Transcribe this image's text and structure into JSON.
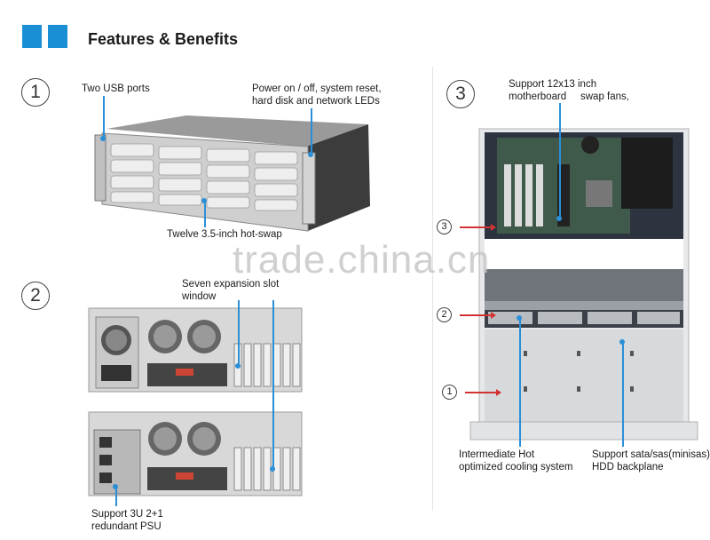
{
  "header": {
    "title": "Features & Benefits"
  },
  "sections": {
    "s1": {
      "number": "1",
      "usb": "Two USB ports",
      "power_line1": "Power on / off, system reset,",
      "power_line2": "hard disk and network LEDs",
      "bays": "Twelve 3.5-inch hot-swap"
    },
    "s2": {
      "number": "2",
      "slots_line1": "Seven expansion slot",
      "slots_line2": "window",
      "psu_line1": "Support 3U 2+1",
      "psu_line2": "redundant PSU"
    },
    "s3": {
      "number": "3",
      "mb_line1": "Support 12x13 inch",
      "mb_line2": "motherboard",
      "fans": "swap fans,",
      "marker1": "1",
      "marker2": "2",
      "marker3": "3",
      "cooling_line1": "Intermediate Hot",
      "cooling_line2": "optimized cooling system",
      "backplane_line1": "Support sata/sas(minisas)",
      "backplane_line2": "HDD backplane"
    }
  },
  "watermark": "trade.china.cn",
  "colors": {
    "accent": "#1a8fd6",
    "pointer_blue": "#2b8fd8",
    "pointer_red": "#d23232"
  }
}
